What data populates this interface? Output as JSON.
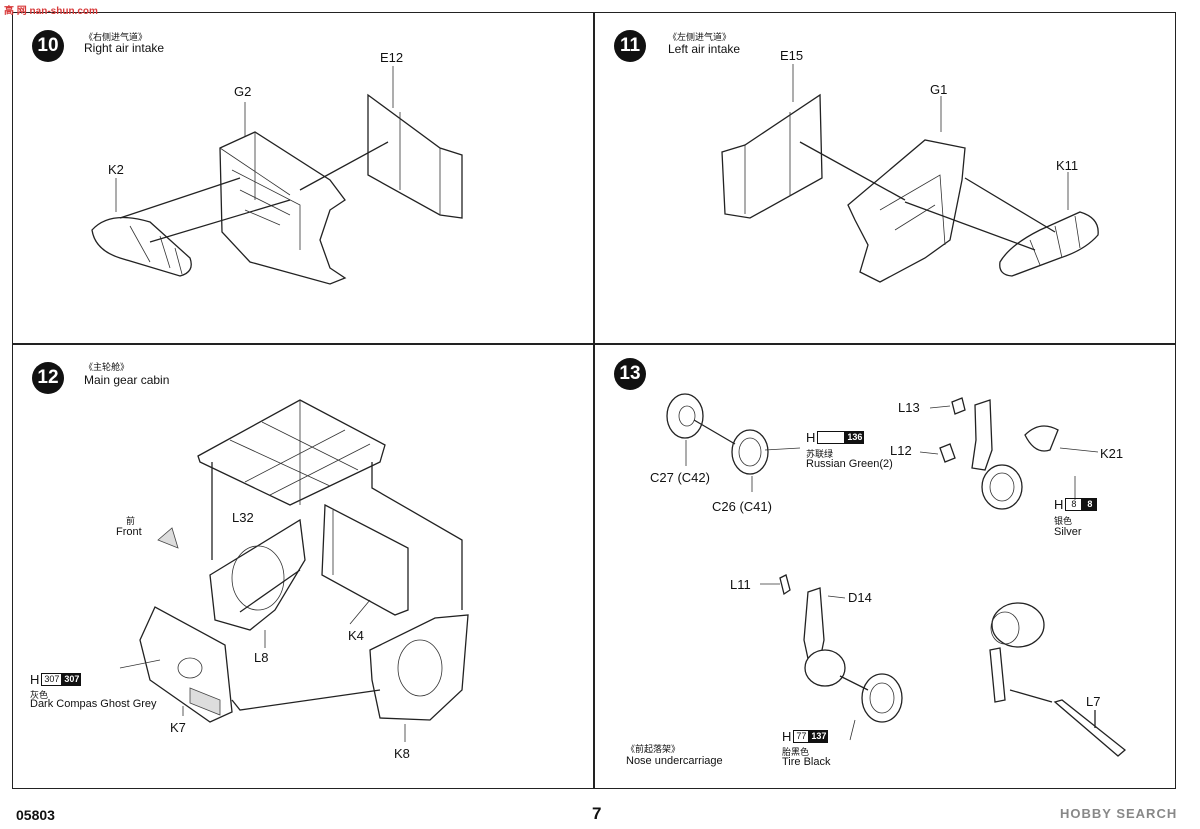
{
  "watermarks": {
    "top_left": "高 网 nan-shun.com",
    "bottom_right": "HOBBY SEARCH"
  },
  "footer": {
    "code": "05803",
    "page": "7"
  },
  "steps": [
    {
      "num": "10",
      "cn": "《右侧进气道》",
      "en": "Right air intake",
      "parts": {
        "e12": "E12",
        "g2": "G2",
        "k2": "K2"
      }
    },
    {
      "num": "11",
      "cn": "《左侧进气道》",
      "en": "Left air intake",
      "parts": {
        "e15": "E15",
        "g1": "G1",
        "k11": "K11"
      }
    },
    {
      "num": "12",
      "cn": "《主轮舱》",
      "en": "Main gear cabin",
      "parts": {
        "l32": "L32",
        "l8": "L8",
        "k4": "K4",
        "k7": "K7",
        "k8": "K8"
      },
      "front_cn": "前",
      "front_en": "Front",
      "paint": {
        "h": "H",
        "code1": "307",
        "code2": "307",
        "cn": "灰色",
        "en": "Dark Compas Ghost Grey"
      }
    },
    {
      "num": "13",
      "cn": "《前起落架》",
      "en": "Nose undercarriage",
      "parts": {
        "c27": "C27 (C42)",
        "c26": "C26 (C41)",
        "l13": "L13",
        "l12": "L12",
        "k21": "K21",
        "l11": "L11",
        "d14": "D14",
        "l7": "L7"
      },
      "paint_green": {
        "h": "H",
        "code2": "136",
        "cn": "苏联绿",
        "en": "Russian Green(2)"
      },
      "paint_silver": {
        "h": "H",
        "code1": "8",
        "code2": "8",
        "cn": "银色",
        "en": "Silver"
      },
      "paint_tire": {
        "h": "H",
        "code1": "77",
        "code2": "137",
        "cn": "胎黑色",
        "en": "Tire Black"
      }
    }
  ]
}
